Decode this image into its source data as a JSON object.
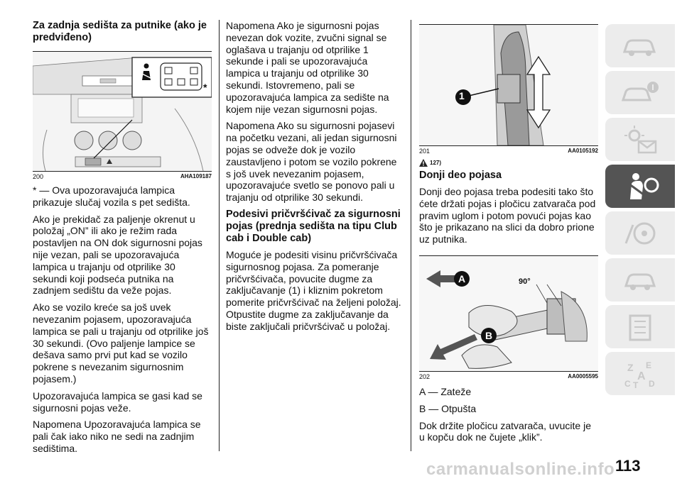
{
  "col1": {
    "heading": "Za zadnja sedišta za putnike (ako je predviđeno)",
    "fig_number": "200",
    "fig_code": "AHA109187",
    "fig_star": "*",
    "paragraphs": [
      "* — Ova upozoravajuća lampica prikazuje slučaj vozila s pet sedišta.",
      "Ako je prekidač za paljenje okrenut u položaj „ON” ili ako je režim rada postavljen na ON dok sigurnosni pojas nije vezan, pali se upozoravajuća lampica u trajanju od otprilike 30 sekundi koji podseća putnika na zadnjem sedištu da veže pojas.",
      "Ako se vozilo kreće sa još uvek nevezanim pojasem, upozoravajuća lampica se pali u trajanju od otprilike još 30 sekundi. (Ovo paljenje lampice se dešava samo prvi put kad se vozilo pokrene s nevezanim sigurnosnim pojasem.)",
      "Upozoravajuća lampica se gasi kad se sigurnosni pojas veže.",
      "Napomena  Upozoravajuća lampica se pali čak iako niko ne sedi na zadnjim sedištima."
    ]
  },
  "col2": {
    "paragraphs_top": [
      "Napomena  Ako je sigurnosni pojas nevezan dok vozite, zvučni signal se oglašava u trajanju od otprilike 1 sekunde i pali se upozoravajuća lampica u trajanju od otprilike 30 sekundi. Istovremeno, pali se upozoravajuća lampica za sedište na kojem nije vezan sigurnosni pojas.",
      "Napomena  Ako su sigurnosni pojasevi na početku vezani, ali jedan sigurnosni pojas se odveže dok je vozilo zaustavljeno i potom se vozilo pokrene s još uvek nevezanim pojasem, upozoravajuće svetlo se ponovo pali u trajanju od otprilike 30 sekundi."
    ],
    "heading": "Podesivi pričvršćivač za sigurnosni pojas (prednja sedišta na tipu Club cab i Double cab)",
    "paragraphs_bottom": [
      "Moguće je podesiti visinu pričvršćivača sigurnosnog pojasa. Za pomeranje pričvršćivača, povucite dugme za zaključavanje (1) i kliznim pokretom pomerite pričvršćivač na željeni položaj. Otpustite dugme za zaključavanje da biste zaključali pričvršćivač u položaj."
    ]
  },
  "col3": {
    "fig1_number": "201",
    "fig1_code": "AA0105192",
    "fig1_callout": "1",
    "note_ref": "127)",
    "heading": "Donji deo pojasa",
    "paragraph1": "Donji deo pojasa treba podesiti tako što ćete držati pojas i pločicu zatvarača pod pravim uglom i potom povući pojas kao što je prikazano na slici da dobro prione uz putnika.",
    "fig2_number": "202",
    "fig2_code": "AA0005595",
    "fig2_angle": "90°",
    "fig2_label_a": "A",
    "fig2_label_b": "B",
    "legend_a": "A — Zateže",
    "legend_b": "B — Otpušta",
    "paragraph2": "Dok držite pločicu zatvarača, uvucite je u kopču dok ne čujete „klik”."
  },
  "sidebar": {
    "tabs": [
      "car-info-icon",
      "car-info-circle-icon",
      "warning-lights-icon",
      "seatbelt-airbag-icon",
      "starting-driving-icon",
      "emergency-icon",
      "maintenance-icon",
      "tech-data-icon",
      "index-icon"
    ],
    "active_index": 3,
    "index_letters": [
      "Z",
      "E",
      "A",
      "C",
      "T",
      "D"
    ]
  },
  "page_number": "113",
  "watermark": "carmanualsonline.info"
}
